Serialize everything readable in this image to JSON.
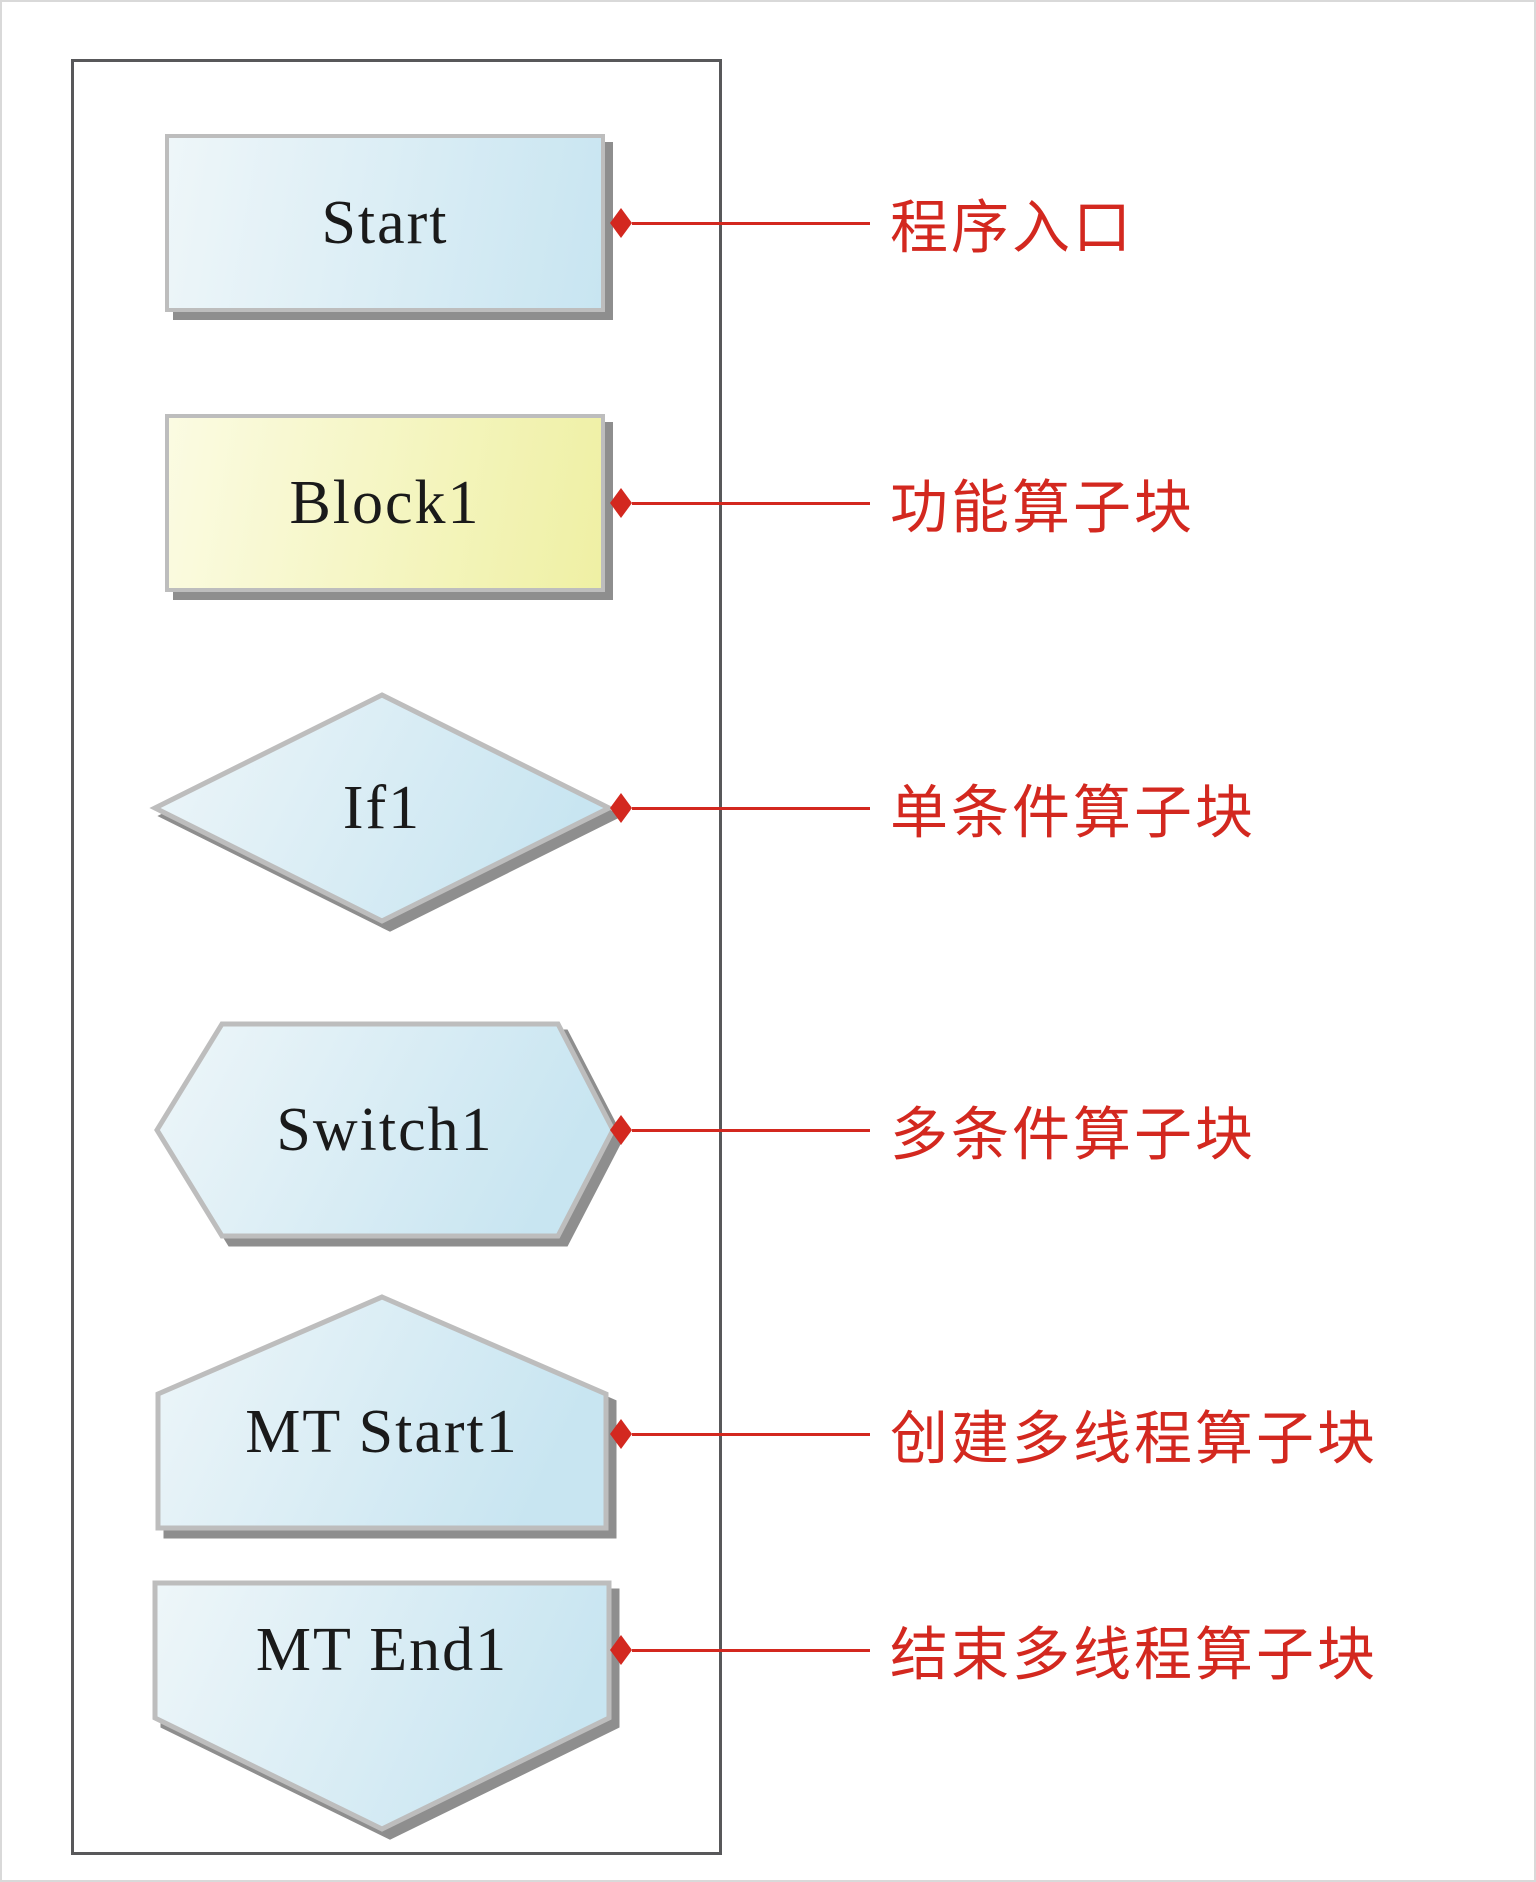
{
  "colors": {
    "red_accent": "#d3281f",
    "shape_border_gray": "#bdbdbd",
    "shape_shadow_gray": "#8e8e8e",
    "container_border_gray": "#58585a",
    "blue_gradient_start": "#eef6f9",
    "blue_gradient_end": "#c8e5f1",
    "yellow_gradient_start": "#fbfbe2",
    "yellow_gradient_end": "#eff0a4"
  },
  "connector": {
    "icon": "red-diamond-icon",
    "color": "#d3281f"
  },
  "rows": [
    {
      "shape": "rectangle",
      "fill": "blue",
      "shape_label": "Start",
      "annotation": "程序入口"
    },
    {
      "shape": "rectangle",
      "fill": "yellow",
      "shape_label": "Block1",
      "annotation": "功能算子块"
    },
    {
      "shape": "diamond",
      "fill": "blue",
      "shape_label": "If1",
      "annotation": "单条件算子块"
    },
    {
      "shape": "hexagon",
      "fill": "blue",
      "shape_label": "Switch1",
      "annotation": "多条件算子块"
    },
    {
      "shape": "pentagon-up",
      "fill": "blue",
      "shape_label": "MT Start1",
      "annotation": "创建多线程算子块"
    },
    {
      "shape": "pentagon-down",
      "fill": "blue",
      "shape_label": "MT End1",
      "annotation": "结束多线程算子块"
    }
  ]
}
